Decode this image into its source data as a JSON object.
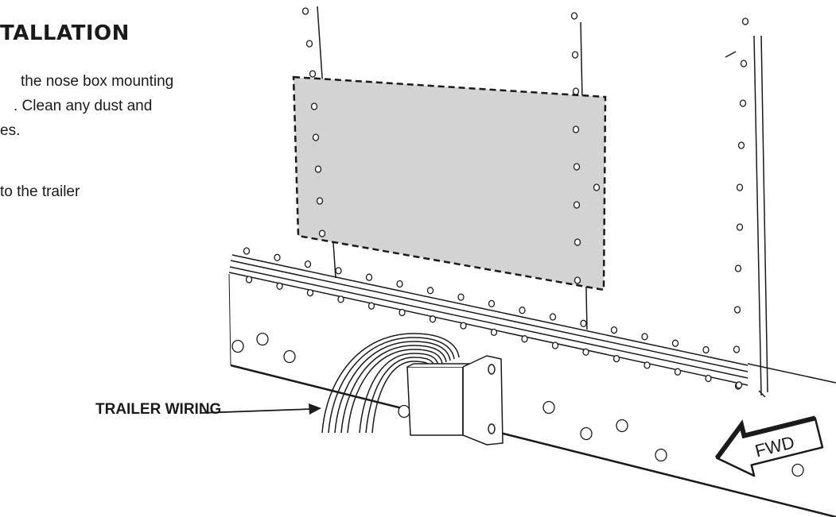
{
  "heading": "TALLATION",
  "steps": {
    "step1_lines": [
      "the nose box mounting",
      ". Clean any dust and",
      "es."
    ],
    "step2_lines": [
      "to the trailer"
    ]
  },
  "callout": {
    "label": "TRAILER WIRING"
  },
  "direction_label": "FWD",
  "colors": {
    "ink": "#1a1a1a",
    "panel_fill": "#d3d3d3",
    "background": "#ffffff"
  },
  "icons": [
    "fwd-arrow-icon",
    "callout-arrow-icon"
  ]
}
